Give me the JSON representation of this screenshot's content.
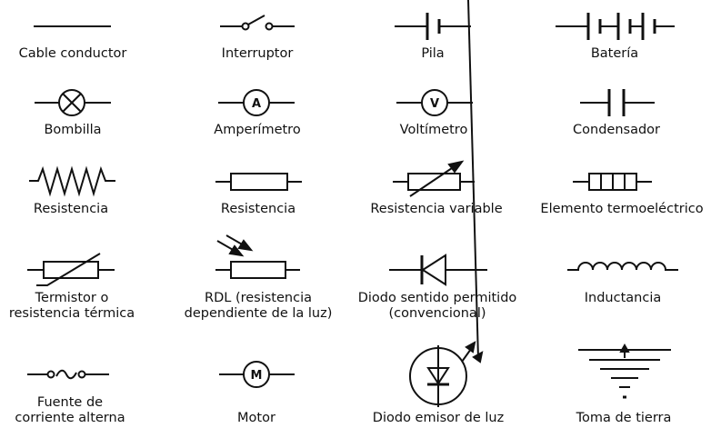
{
  "symbols": [
    {
      "id": "cable",
      "label": [
        "Cable conductor"
      ]
    },
    {
      "id": "interruptor",
      "label": [
        "Interruptor"
      ]
    },
    {
      "id": "pila",
      "label": [
        "Pila"
      ]
    },
    {
      "id": "bateria",
      "label": [
        "Batería"
      ]
    },
    {
      "id": "bombilla",
      "label": [
        "Bombilla"
      ]
    },
    {
      "id": "amperimetro",
      "label": [
        "Amperímetro"
      ],
      "letter": "A"
    },
    {
      "id": "voltimetro",
      "label": [
        "Voltímetro"
      ],
      "letter": "V"
    },
    {
      "id": "condensador",
      "label": [
        "Condensador"
      ]
    },
    {
      "id": "resistencia-zigzag",
      "label": [
        "Resistencia"
      ]
    },
    {
      "id": "resistencia-rect",
      "label": [
        "Resistencia"
      ]
    },
    {
      "id": "resistencia-variable",
      "label": [
        "Resistencia variable"
      ]
    },
    {
      "id": "termoelectrico",
      "label": [
        "Elemento termoeléctrico"
      ]
    },
    {
      "id": "termistor",
      "label": [
        "Termistor o",
        "resistencia térmica"
      ]
    },
    {
      "id": "rdl",
      "label": [
        "RDL (resistencia",
        "dependiente de la luz)"
      ]
    },
    {
      "id": "diodo",
      "label": [
        "Diodo sentido permitido",
        "(convencional)"
      ]
    },
    {
      "id": "inductancia",
      "label": [
        "Inductancia"
      ]
    },
    {
      "id": "fuente-alterna",
      "label": [
        "Fuente de",
        "corriente alterna"
      ]
    },
    {
      "id": "motor",
      "label": [
        "Motor"
      ],
      "letter": "M"
    },
    {
      "id": "led",
      "label": [
        "Diodo emisor de luz"
      ]
    },
    {
      "id": "tierra",
      "label": [
        "Toma de tierra"
      ]
    }
  ]
}
